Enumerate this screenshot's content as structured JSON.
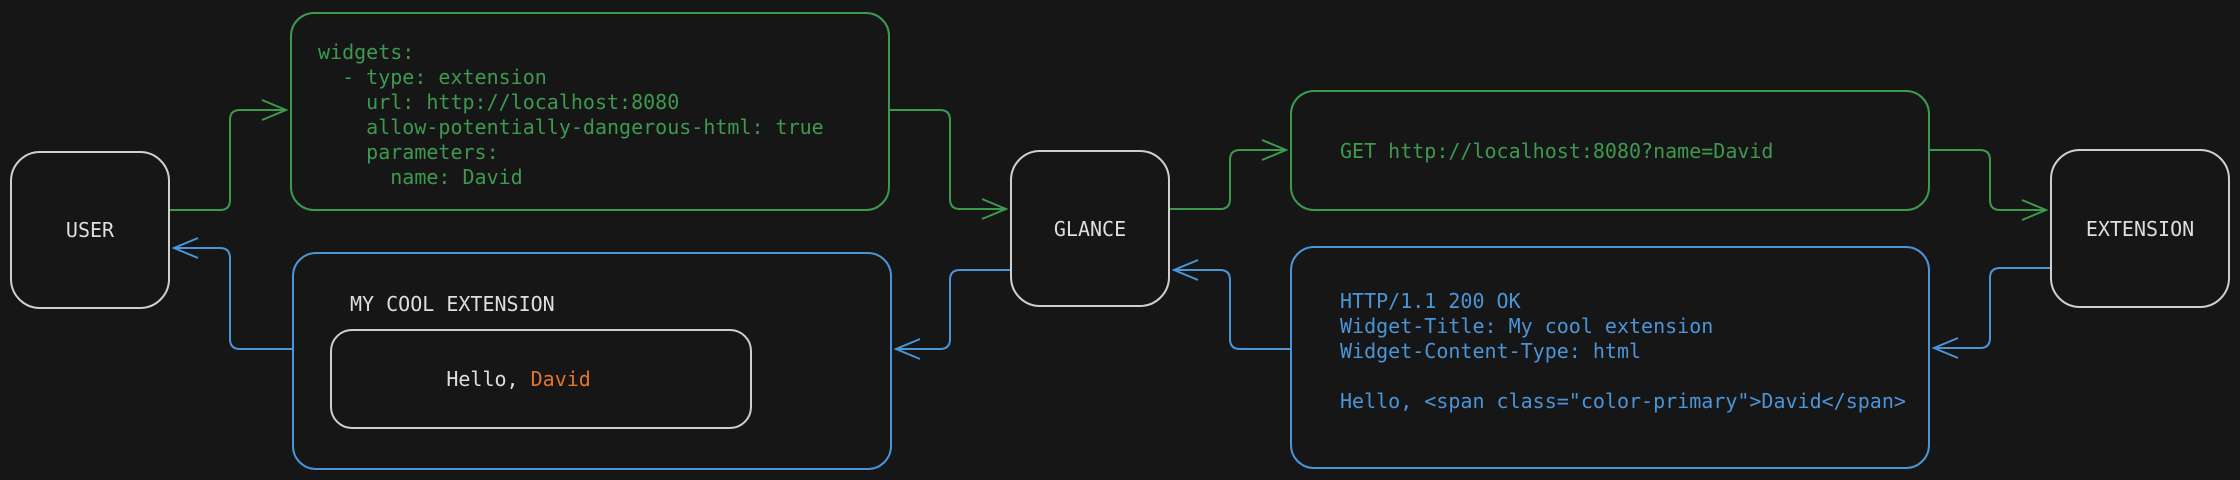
{
  "colors": {
    "background": "#161616",
    "request-green": "#3c9a4e",
    "response-blue": "#4a94d8",
    "accent-orange": "#e0752e",
    "node-border": "#cfcfcf",
    "text-light": "#dedede"
  },
  "nodes": {
    "user": "USER",
    "glance": "GLANCE",
    "extension": "EXTENSION"
  },
  "config_box": {
    "lines": [
      "widgets:",
      "  - type: extension",
      "    url: http://localhost:8080",
      "    allow-potentially-dangerous-html: true",
      "    parameters:",
      "      name: David"
    ]
  },
  "request_box": {
    "text": "GET http://localhost:8080?name=David"
  },
  "response_box": {
    "lines": [
      "HTTP/1.1 200 OK",
      "Widget-Title: My cool extension",
      "Widget-Content-Type: html",
      "",
      "Hello, <span class=\"color-primary\">David</span>"
    ]
  },
  "widget_box": {
    "title": "MY COOL EXTENSION",
    "greeting_prefix": "Hello, ",
    "greeting_name": "David"
  }
}
